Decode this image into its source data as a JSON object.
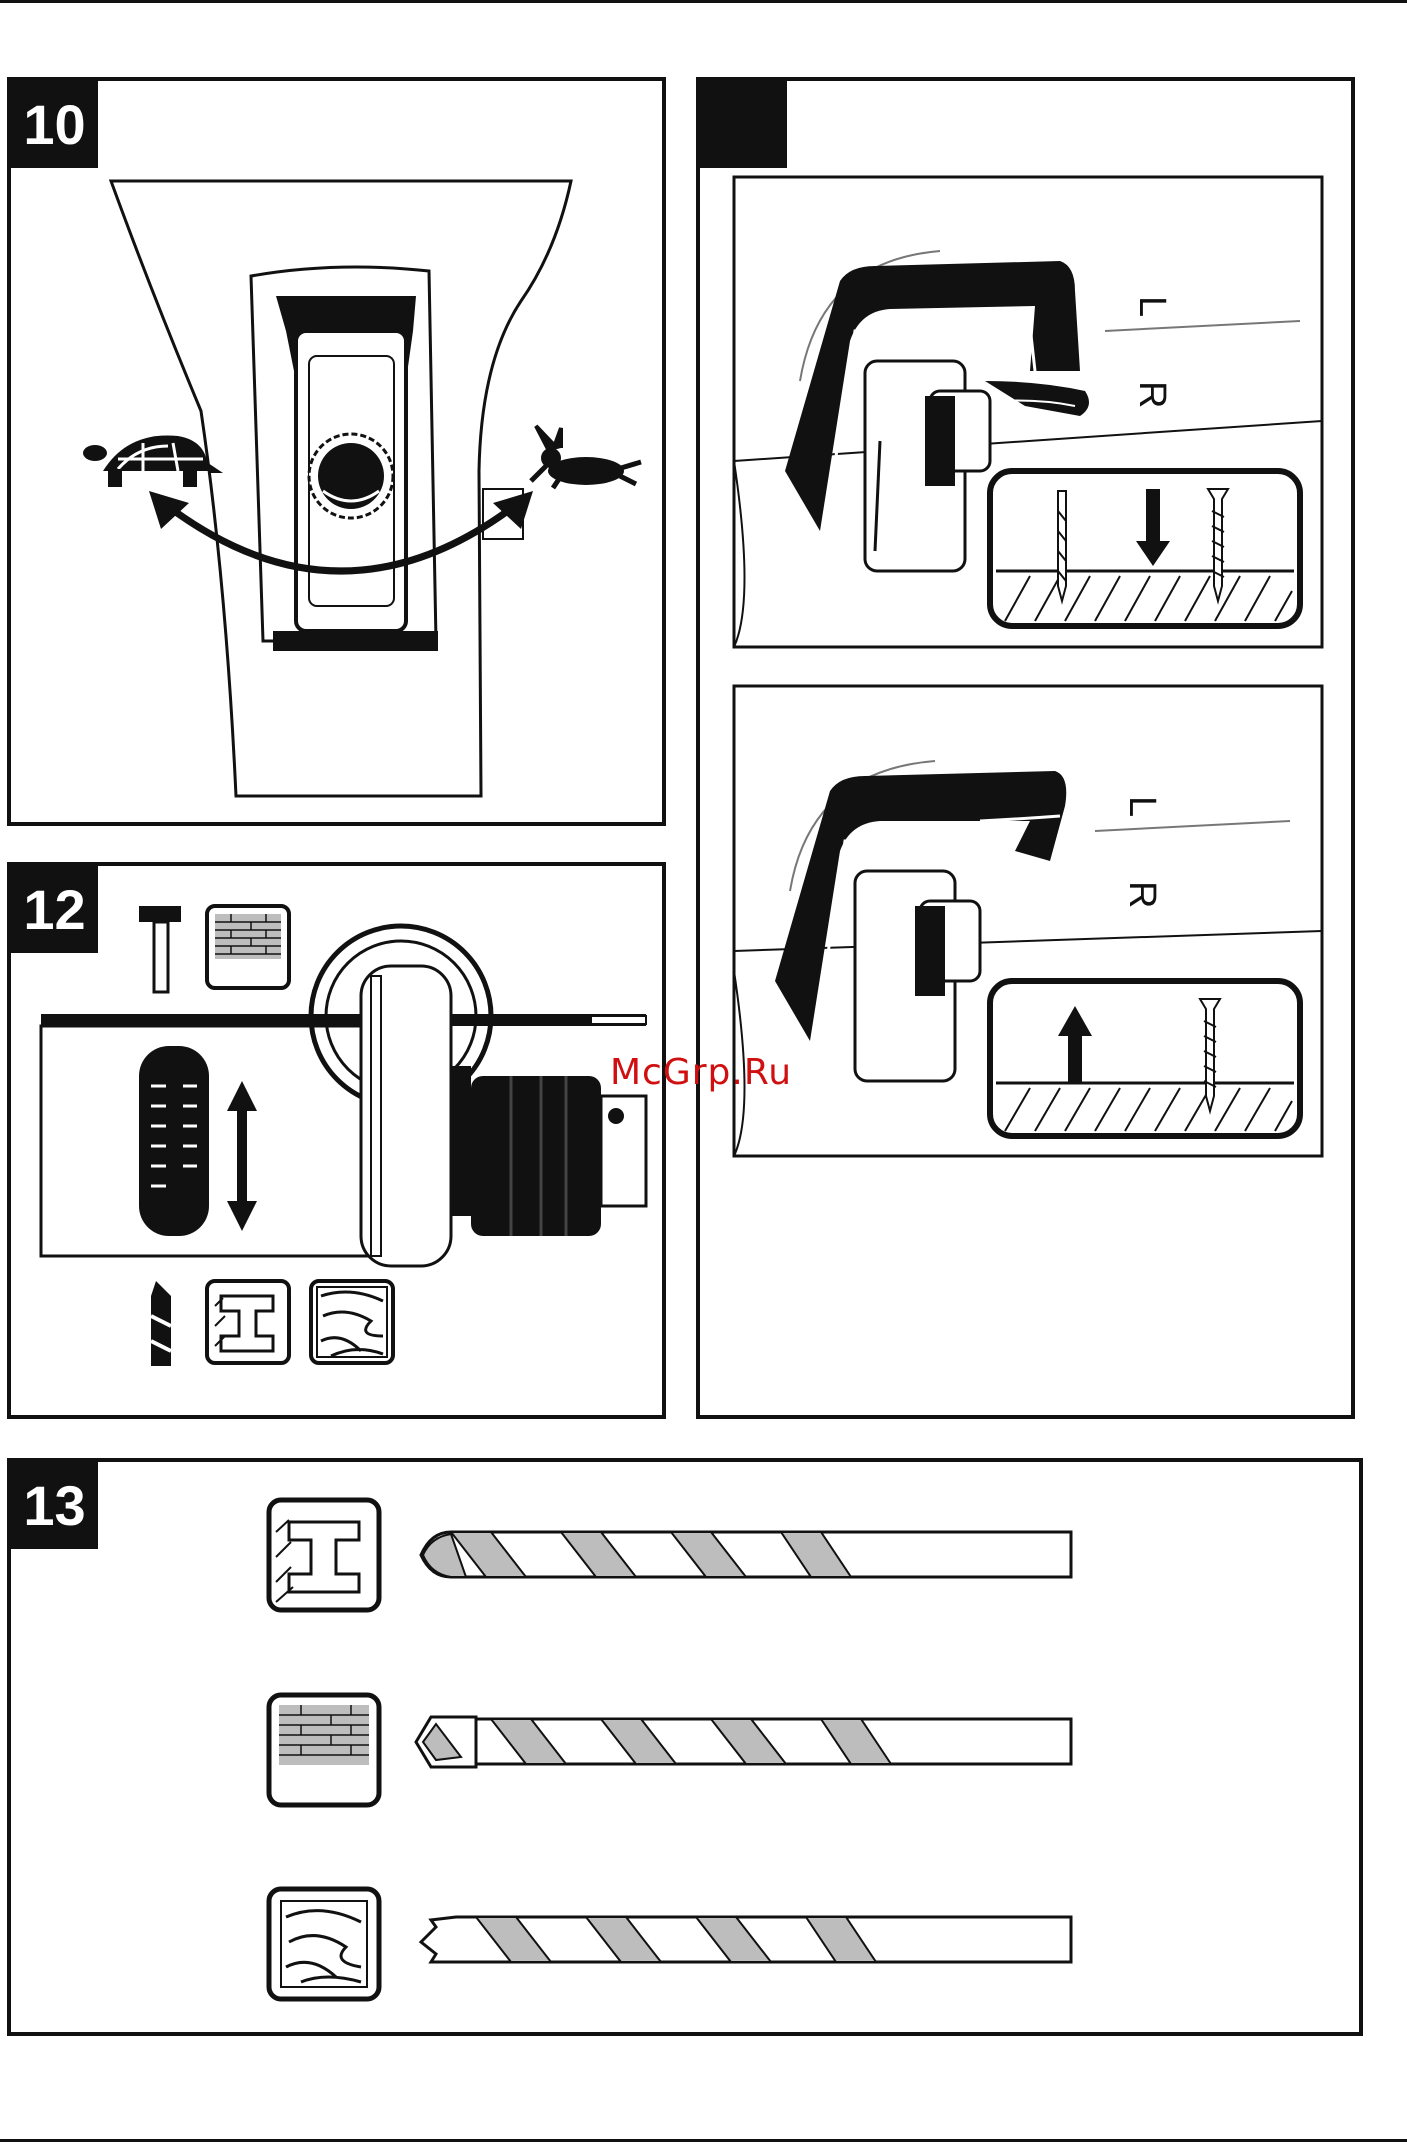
{
  "panels": {
    "p10": {
      "number": "10"
    },
    "p11": {
      "number": ""
    },
    "p12": {
      "number": "12"
    },
    "p13": {
      "number": "13"
    }
  },
  "direction_labels": {
    "left": "L",
    "right": "R"
  },
  "speed_icons": {
    "slow": "turtle-icon",
    "fast": "hare-icon"
  },
  "material_icons": [
    "hammer-icon",
    "brick-icon",
    "drill-bit-icon",
    "steel-beam-icon",
    "wood-icon"
  ],
  "watermark": "McGrp.Ru",
  "colors": {
    "ink": "#111111",
    "shade": "#bdbdbd",
    "watermark": "#d01010"
  }
}
